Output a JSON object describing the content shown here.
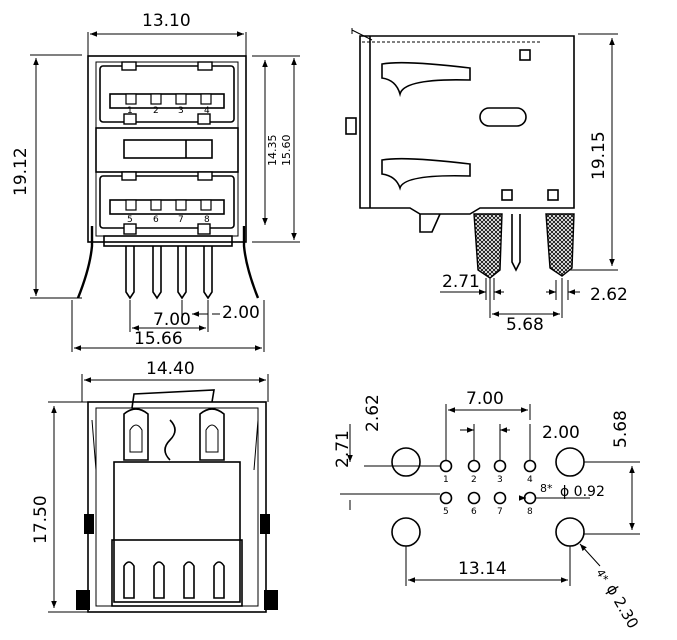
{
  "front_view": {
    "width_top": "13.10",
    "height_left": "19.12",
    "inner_height_a": "14.35",
    "inner_height_b": "15.60",
    "pin_pitch_span": "7.00",
    "pin_spacing": "2.00",
    "width_bottom": "15.66",
    "upper_port_pins": [
      "1",
      "2",
      "3",
      "4"
    ],
    "lower_port_pins": [
      "5",
      "6",
      "7",
      "8"
    ]
  },
  "side_view": {
    "height": "19.15",
    "leg_dim_left": "2.71",
    "leg_spacing": "5.68",
    "leg_dim_right": "2.62"
  },
  "bottom_view": {
    "width": "14.40",
    "height": "17.50"
  },
  "pcb_layout": {
    "pin_pitch_span": "7.00",
    "offset_a": "2.62",
    "offset_b": "2.71",
    "pin_spacing": "2.00",
    "row_spacing": "5.68",
    "small_hole_note": "8*",
    "small_hole_diameter": "ϕ 0.92",
    "large_hole_spacing": "13.14",
    "large_hole_note": "4*",
    "large_hole_diameter": "ϕ 2.30",
    "top_row_pins": [
      "1",
      "2",
      "3",
      "4"
    ],
    "bottom_row_pins": [
      "5",
      "6",
      "7",
      "8"
    ]
  }
}
